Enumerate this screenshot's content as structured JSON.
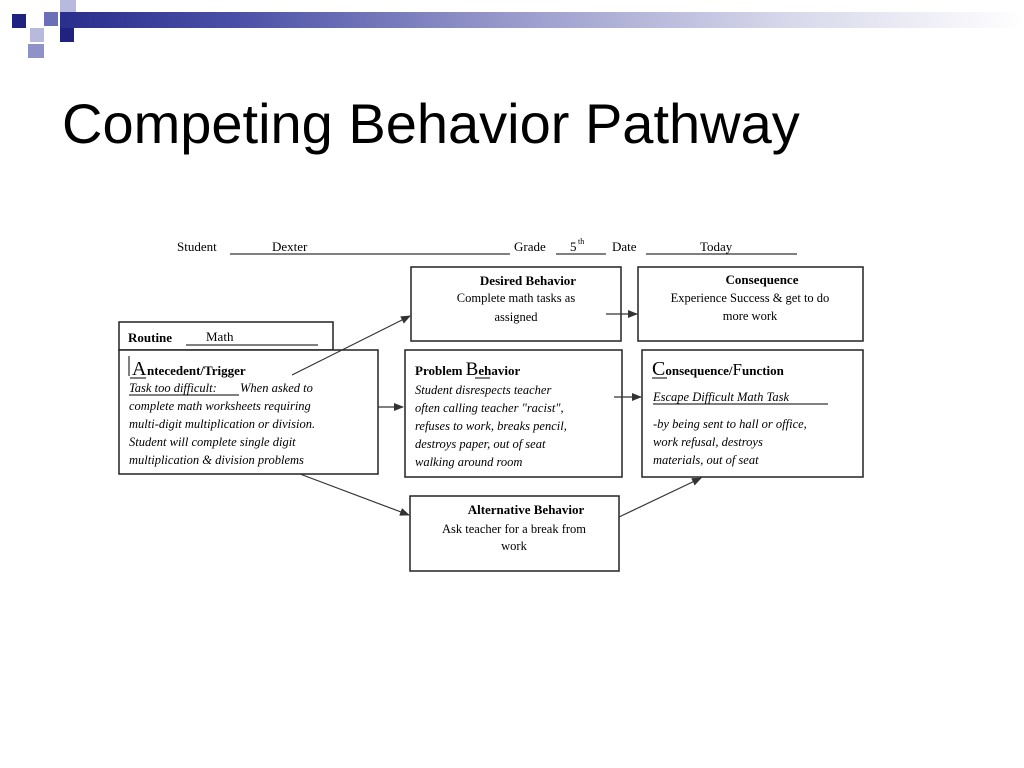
{
  "slide": {
    "title": "Competing Behavior Pathway"
  },
  "header": {
    "student_label": "Student",
    "student_value": "Dexter",
    "grade_label": "Grade",
    "grade_value": "5",
    "grade_suffix": "th",
    "date_label": "Date",
    "date_value": "Today"
  },
  "routine": {
    "label": "Routine",
    "value": "Math"
  },
  "antecedent": {
    "first_letter": "A",
    "title_rest": "ntecedent/Trigger",
    "lead": "Task too difficult:",
    "line1": " When asked to",
    "line2": "complete math worksheets requiring",
    "line3": "multi-digit multiplication or division.",
    "line4": "Student will complete single digit",
    "line5": "multiplication & division problems"
  },
  "desired": {
    "title": "Desired Behavior",
    "line1": "Complete math tasks as",
    "line2": "assigned"
  },
  "consequence": {
    "title": "Consequence",
    "line1": "Experience Success & get to do",
    "line2": "more work"
  },
  "problem": {
    "title_a": "Problem ",
    "first_letter": "B",
    "title_b": "ehavior",
    "line1": "Student disrespects teacher",
    "line2": "often calling teacher \"racist\",",
    "line3": "refuses to work, breaks pencil,",
    "line4": "destroys paper, out of seat",
    "line5": "walking around room"
  },
  "function": {
    "first_c": "C",
    "title_a": "onsequence/",
    "first_f": "F",
    "title_b": "unction",
    "subtitle": "Escape Difficult Math Task",
    "line1": " -by being sent to hall or office,",
    "line2": "work refusal, destroys",
    "line3": "materials, out of seat"
  },
  "alternative": {
    "title": "Alternative Behavior",
    "line1": "Ask teacher for a break from",
    "line2": "work"
  },
  "colors": {
    "accent_dark": "#1f237f",
    "accent_mid": "#6b6fb8",
    "accent_light": "#b8badd"
  }
}
